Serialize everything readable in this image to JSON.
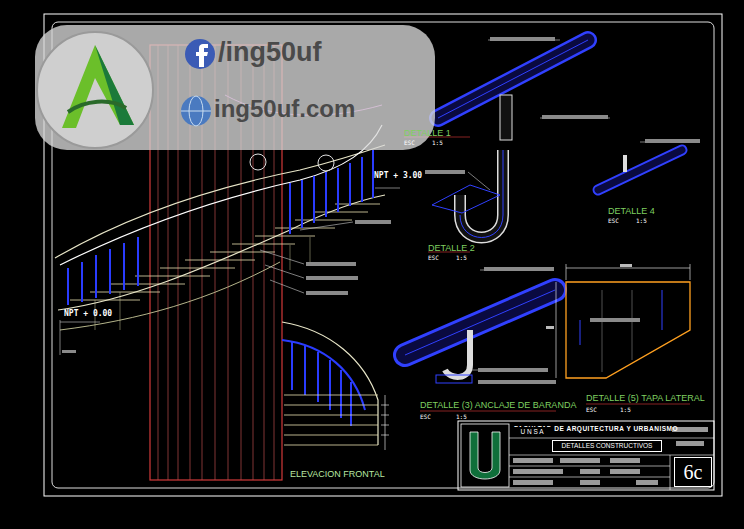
{
  "diagram": {
    "nodes": [
      {
        "text": [
          "FACULTAD DE ARQUITECTURA Y URBANISMO"
        ]
      },
      {
        "text": [
          "U N S A"
        ],
        "in": 0
      },
      {
        "text": [
          "DETALLES CONSTRUCTIVOS"
        ],
        "in": 0
      },
      {
        "text": [
          "6c"
        ],
        "in": 0
      }
    ],
    "labels": [
      "/ing50uf",
      "ing50uf.com",
      "NPT + 3.00",
      "NPT + 0.00",
      "DETALLE 1",
      "ESC",
      "1:5",
      "DETALLE 2",
      "ESC",
      "1:5",
      "DETALLE 4",
      "ESC",
      "1:5",
      "DETALLE (3) ANCLAJE DE BARANDA",
      "ESC",
      "1:5",
      "DETALLE (5) TAPA LATERAL",
      "ESC",
      "1:5",
      "ELEVACION FRONTAL"
    ]
  }
}
